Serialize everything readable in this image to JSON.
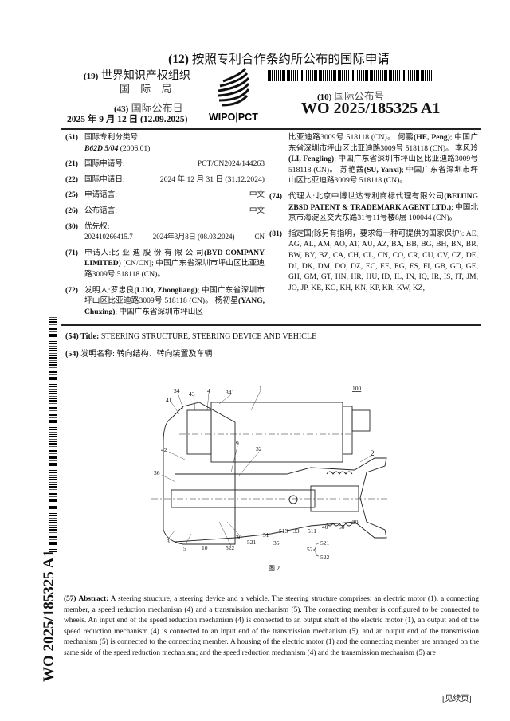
{
  "header": {
    "title_num": "(12)",
    "title": "按照专利合作条约所公布的国际申请",
    "org_num": "(19)",
    "org": "世界知识产权组织",
    "org_sub": "国 际 局",
    "pub_date_num": "(43)",
    "pub_date_label": "国际公布日",
    "pub_date": "2025 年 9 月 12 日 (12.09.2025)",
    "logo_text": "WIPO|PCT",
    "pub_no_num": "(10)",
    "pub_no_label": "国际公布号",
    "pub_no": "WO 2025/185325 A1"
  },
  "left_items": {
    "ipc": {
      "num": "(51)",
      "label": "国际专利分类号:",
      "value_bold": "B62D 5/04",
      "value": " (2006.01)"
    },
    "app_no": {
      "num": "(21)",
      "label": "国际申请号:",
      "value": "PCT/CN2024/144263"
    },
    "app_date": {
      "num": "(22)",
      "label": "国际申请日:",
      "value": "2024 年 12 月 31 日 (31.12.2024)"
    },
    "filing_lang": {
      "num": "(25)",
      "label": "申请语言:",
      "value": "中文"
    },
    "pub_lang": {
      "num": "(26)",
      "label": "公布语言:",
      "value": "中文"
    },
    "priority": {
      "num": "(30)",
      "label": "优先权:",
      "number": "202410266415.7",
      "date": "2024年3月8日 (08.03.2024)",
      "country": "CN"
    },
    "applicant": {
      "num": "(71)",
      "label": "申请人:",
      "name_cn": "比 亚 迪 股 份 有 限 公 司",
      "name_en": "(BYD COMPANY LIMITED)",
      "rest": " [CN/CN]; 中国广东省深圳市坪山区比亚迪路3009号 518118 (CN)。"
    },
    "inventors": {
      "num": "(72)",
      "label": "发明人:",
      "n1": "罗忠良",
      "n1_en": "(LUO, Zhongliang)",
      "t1": "; 中国广东省深圳市坪山区比亚迪路3009号 518118 (CN)。 杨初星",
      "n2_en": "(YANG, Chuxing)",
      "t2": "; 中国广东省深圳市坪山区"
    }
  },
  "right_items": {
    "inventors_cont": {
      "t0": "比亚迪路3009号 518118 (CN)。 何鹏",
      "n3_en": "(HE, Peng)",
      "t1": "; 中国广东省深圳市坪山区比亚迪路3009号 518118 (CN)。 李风玲",
      "n4_en": "(LI, Fengling)",
      "t2": "; 中国广东省深圳市坪山区比亚迪路3009号 518118 (CN)。 苏艳茜",
      "n5_en": "(SU, Yanxi)",
      "t3": "; 中国广东省深圳市坪山区比亚迪路3009号 518118 (CN)。"
    },
    "agent": {
      "num": "(74)",
      "label": "代理人:",
      "name_cn": "北京中博世达专利商标代理有限公司",
      "name_en": "(BEIJING ZBSD PATENT & TRADEMARK AGENT LTD.)",
      "rest": "; 中国北京市海淀区交大东路31号11号楼8层 100044 (CN)。"
    },
    "designated": {
      "num": "(81)",
      "label": "指定国(除另有指明，要求每一种可提供的国家保护):",
      "value": " AE, AG, AL, AM, AO, AT, AU, AZ, BA, BB, BG, BH, BN, BR, BW, BY, BZ, CA, CH, CL, CN, CO, CR, CU, CV, CZ, DE, DJ, DK, DM, DO, DZ, EC, EE, EG, ES, FI, GB, GD, GE, GH, GM, GT, HN, HR, HU, ID, IL, IN, IQ, IR, IS, IT, JM, JO, JP, KE, KG, KH, KN, KP, KR, KW, KZ,"
    }
  },
  "title_en": {
    "num": "(54)",
    "label": "Title:",
    "value": "STEERING STRUCTURE, STEERING DEVICE AND VEHICLE"
  },
  "title_cn": {
    "num": "(54)",
    "label": "发明名称:",
    "value": "转向结构、转向装置及车辆"
  },
  "figure": {
    "caption": "图 2",
    "labels": {
      "l34": "34",
      "l43": "43",
      "l4": "4",
      "l341": "341",
      "l1": "1",
      "l100": "100",
      "l41": "41",
      "l42": "42",
      "l9": "9",
      "l32": "32",
      "l2": "2",
      "l36": "36",
      "l3": "3",
      "l5": "5",
      "l10": "10",
      "l522": "522",
      "l30": "30",
      "l521": "521",
      "l51": "51",
      "l35": "35",
      "l513": "513",
      "l33": "33",
      "l511": "511",
      "l40": "40",
      "l50": "50",
      "l20": "20",
      "l52": "52",
      "l52a": "521",
      "l52b": "522"
    }
  },
  "abstract": {
    "num": "(57)",
    "label": "Abstract:",
    "text": " A steering structure, a steering device and a vehicle. The steering structure comprises: an electric motor (1), a connecting member, a speed reduction mechanism (4) and a transmission mechanism (5). The connecting member is configured to be connected to wheels. An input end of the speed reduction mechanism (4) is connected to an output shaft of the electric motor (1), an output end of the speed reduction mechanism (4) is connected to an input end of the transmission mechanism (5), and an output end of the transmission mechanism (5) is connected to the connecting member. A housing of the electric motor (1) and the connecting member are arranged on the same side of the speed reduction mechanism; and the speed reduction mechanism (4) and the transmission mechanism (5) are"
  },
  "side_pub_no": "WO 2025/185325 A1",
  "continued": "[见续页]"
}
